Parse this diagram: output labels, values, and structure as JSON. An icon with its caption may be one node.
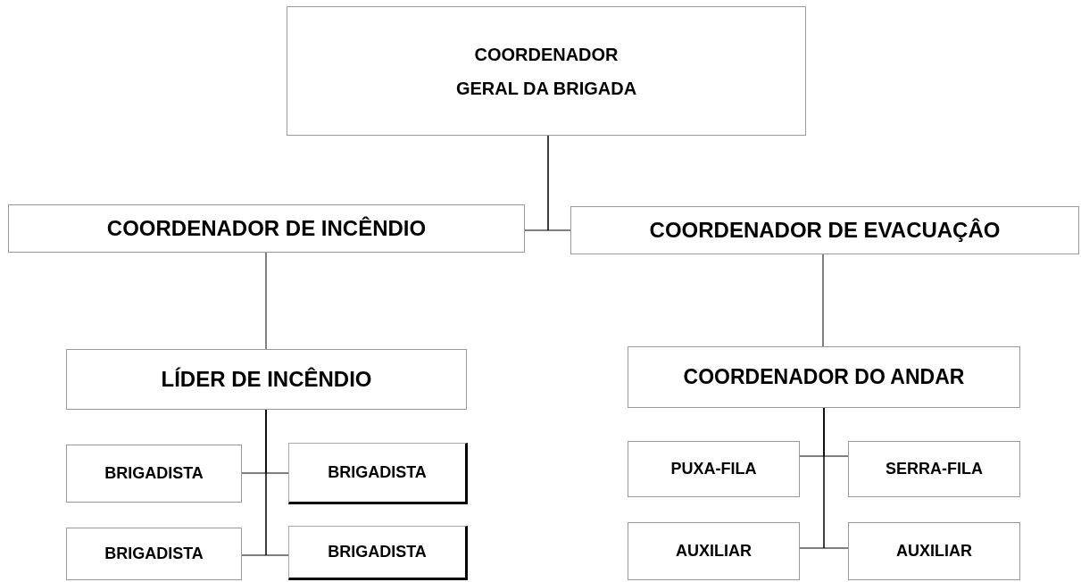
{
  "diagram": {
    "nodes": [
      {
        "text": [
          "COORDENADOR GERAL DA BRIGADA"
        ]
      },
      {
        "text": [
          "COORDENADOR DE INCÊNDIO"
        ]
      },
      {
        "text": [
          "COORDENADOR DE EVACUAÇÂO"
        ]
      },
      {
        "text": [
          "LÍDER DE INCÊNDIO"
        ]
      },
      {
        "text": [
          "COORDENADOR DO ANDAR"
        ]
      },
      {
        "text": [
          "BRIGADISTA"
        ]
      },
      {
        "text": [
          "BRIGADISTA"
        ]
      },
      {
        "text": [
          "PUXA-FILA"
        ]
      },
      {
        "text": [
          "SERRA-FILA"
        ]
      },
      {
        "text": [
          "BRIGADISTA"
        ]
      },
      {
        "text": [
          "BRIGADISTA"
        ]
      },
      {
        "text": [
          "AUXILIAR"
        ]
      },
      {
        "text": [
          "AUXILIAR"
        ]
      }
    ],
    "edges": [
      {
        "from": 0,
        "to": 1,
        "arrow": "none"
      },
      {
        "from": 0,
        "to": 2,
        "arrow": "none"
      },
      {
        "from": 1,
        "to": 3,
        "arrow": "none"
      },
      {
        "from": 2,
        "to": 4,
        "arrow": "none"
      },
      {
        "from": 3,
        "to": 5,
        "arrow": "none"
      },
      {
        "from": 3,
        "to": 6,
        "arrow": "none"
      },
      {
        "from": 3,
        "to": 9,
        "arrow": "none"
      },
      {
        "from": 3,
        "to": 10,
        "arrow": "none"
      },
      {
        "from": 4,
        "to": 7,
        "arrow": "none"
      },
      {
        "from": 4,
        "to": 8,
        "arrow": "none"
      },
      {
        "from": 4,
        "to": 11,
        "arrow": "none"
      },
      {
        "from": 4,
        "to": 12,
        "arrow": "none"
      }
    ]
  }
}
